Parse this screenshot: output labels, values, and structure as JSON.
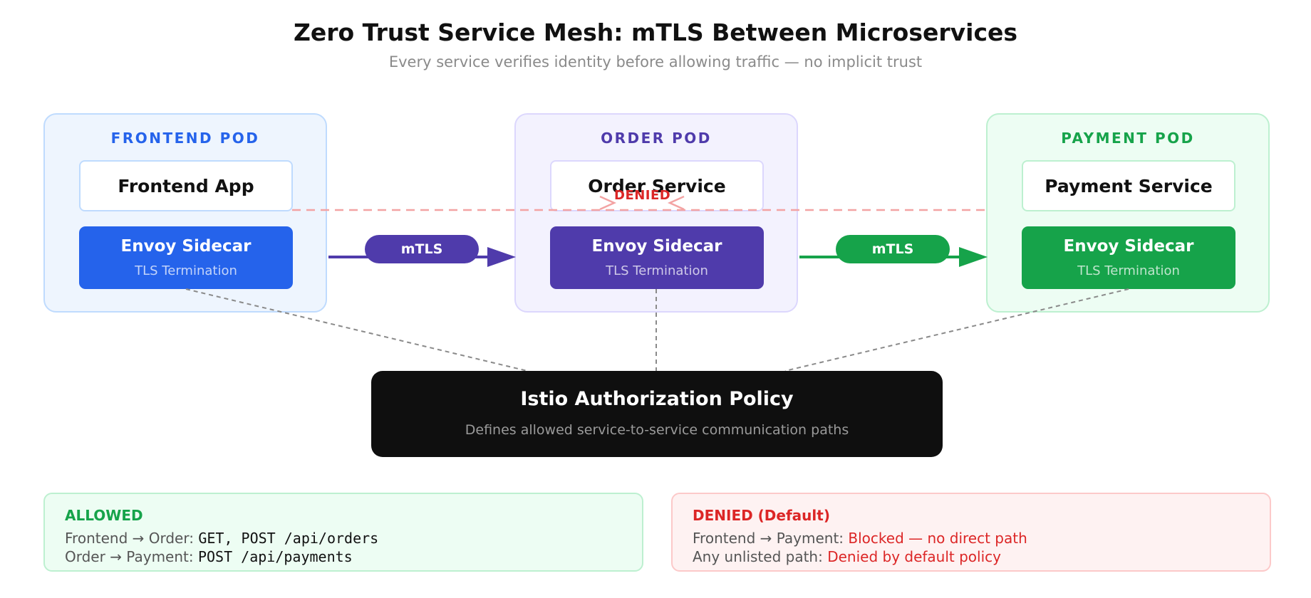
{
  "header": {
    "title": "Zero Trust Service Mesh: mTLS Between Microservices",
    "subtitle": "Every service verifies identity before allowing traffic — no implicit trust"
  },
  "pods": {
    "frontend": {
      "label": "FRONTEND POD",
      "app": "Frontend App",
      "sidecar_title": "Envoy Sidecar",
      "sidecar_sub": "TLS Termination",
      "color": "#2563eb"
    },
    "order": {
      "label": "ORDER POD",
      "app": "Order Service",
      "sidecar_title": "Envoy Sidecar",
      "sidecar_sub": "TLS Termination",
      "color": "#4f3bab"
    },
    "payment": {
      "label": "PAYMENT POD",
      "app": "Payment Service",
      "sidecar_title": "Envoy Sidecar",
      "sidecar_sub": "TLS Termination",
      "color": "#16a34a"
    }
  },
  "connections": {
    "frontend_to_order": "mTLS",
    "order_to_payment": "mTLS",
    "denied_label": "DENIED"
  },
  "policy": {
    "title": "Istio Authorization Policy",
    "description": "Defines allowed service-to-service communication paths"
  },
  "rules": {
    "allowed": {
      "title": "ALLOWED",
      "line1_prefix": "Frontend → Order: ",
      "line1_value": "GET, POST /api/orders",
      "line2_prefix": "Order → Payment: ",
      "line2_value": "POST /api/payments"
    },
    "denied": {
      "title": "DENIED (Default)",
      "line1_prefix": "Frontend → Payment: ",
      "line1_value": "Blocked — no direct path",
      "line2_prefix": "Any unlisted path: ",
      "line2_value": "Denied by default policy"
    }
  },
  "colors": {
    "frontend": "#2563eb",
    "order": "#4f3bab",
    "payment": "#16a34a",
    "denied": "#dc2626",
    "policy_bg": "#0f0f0f"
  }
}
